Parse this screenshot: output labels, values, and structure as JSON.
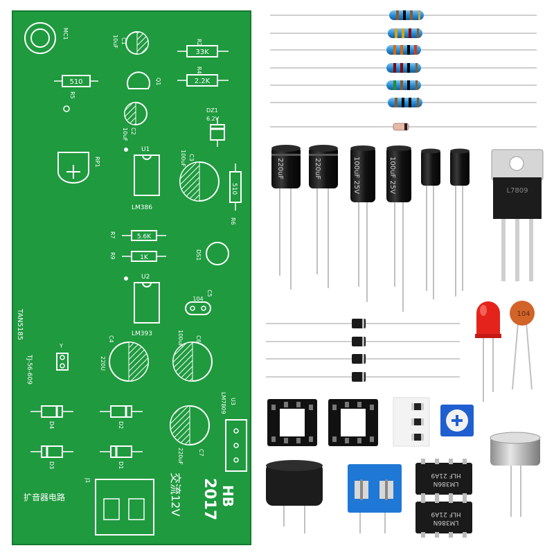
{
  "pcb": {
    "mc1": "MC1",
    "c1": "C1",
    "c1_value": "10uF",
    "r2": "R2",
    "r2_value": "33K",
    "r4": "R4",
    "r4_value": "2.2K",
    "q1": "Q1",
    "r5": "R5",
    "r5_value": "510",
    "dz1": "DZ1",
    "dz1_value": "6.2V",
    "c2": "C2",
    "c2_value": "10uF",
    "rp1": "RP1",
    "u1": "U1",
    "u1_chip": "LM386",
    "c3": "C3",
    "c3_value": "100uF",
    "r6": "R6",
    "r6_value": "510",
    "r7": "R7",
    "r7_value": "5.6K",
    "r9": "R9",
    "r9_value": "1K",
    "ds1": "DS1",
    "u2": "U2",
    "u2_chip": "LM393",
    "c5": "C5",
    "c5_value": "104",
    "tan": "TAN5185",
    "tj": "TJ-56-609",
    "c4": "C4",
    "c4_value": "220U",
    "c6": "C6",
    "c6_value": "100uF",
    "y": "Y",
    "u3": "U3",
    "u3_value": "LM7809",
    "d4": "D4",
    "d2": "D2",
    "d3": "D3",
    "d1": "D1",
    "c7": "C7",
    "c7_value": "220uF",
    "j1": "J1",
    "title_cn": "扩音器电路",
    "ac_label": "交流12V",
    "hb": "HB",
    "year": "2017"
  },
  "parts": {
    "cap1": "220uF",
    "cap2": "220uF",
    "cap3": "100uF 25V",
    "cap4": "100uF 25V",
    "ceramic": "104",
    "ic1_line1": "HLF 21A9",
    "ic1_line2": "LM386N",
    "ic2_line1": "HLF 21A9",
    "ic2_line2": "LM386N",
    "regulator": "L7809"
  },
  "colors": {
    "pcb": "#1f9a3f",
    "silkscreen": "#ffffff",
    "resistor_body": "#2a8fd6",
    "led": "#e4241c",
    "ceramic": "#d2642a",
    "terminal": "#1f78d6",
    "capacitor": "#1a1a1a"
  }
}
